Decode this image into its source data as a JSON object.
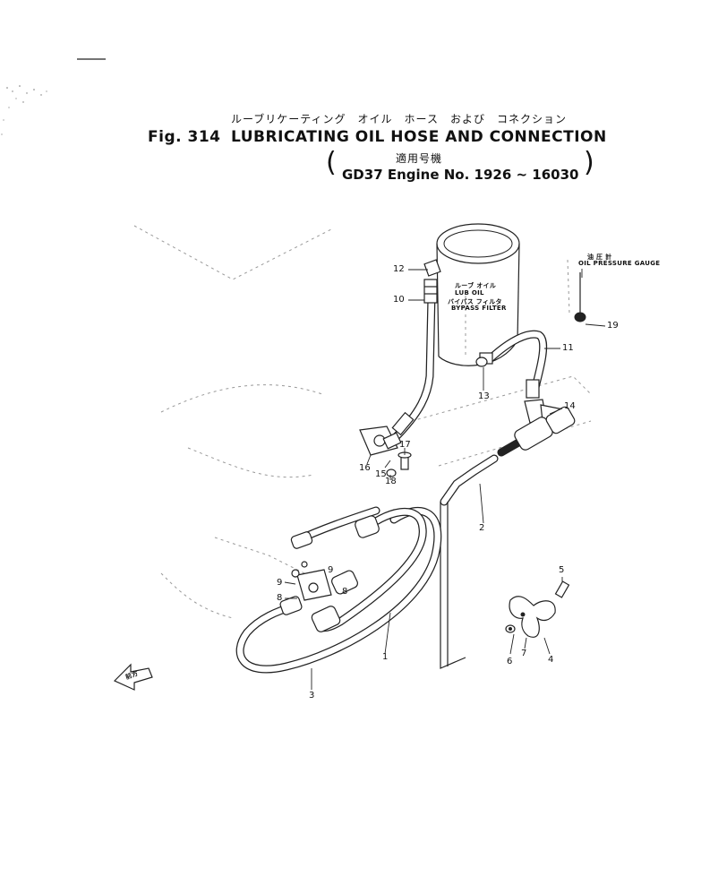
{
  "header": {
    "jp_title": "ルーブリケーティング　オイル　ホース　および　コネクション",
    "fig_label": "Fig. 314",
    "title": "LUBRICATING   OIL   HOSE AND CONNECTION",
    "jp_applicable": "適用号機",
    "applicable": "GD37 Engine No. 1926 ~ 16030"
  },
  "labels": {
    "lub_oil_jp": "ルーブ オイル",
    "lub_oil": "LUB OIL",
    "bypass_jp": "バイパス フィルタ",
    "bypass_filter": "BYPASS FILTER",
    "gauge_jp": "油 圧 計",
    "oil_pressure_gauge": "OIL PRESSURE GAUGE",
    "front_jp": "前方"
  },
  "callouts": [
    "1",
    "2",
    "3",
    "4",
    "5",
    "6",
    "7",
    "8",
    "8",
    "9",
    "9",
    "10",
    "11",
    "12",
    "13",
    "14",
    "15",
    "16",
    "17",
    "18",
    "19"
  ]
}
